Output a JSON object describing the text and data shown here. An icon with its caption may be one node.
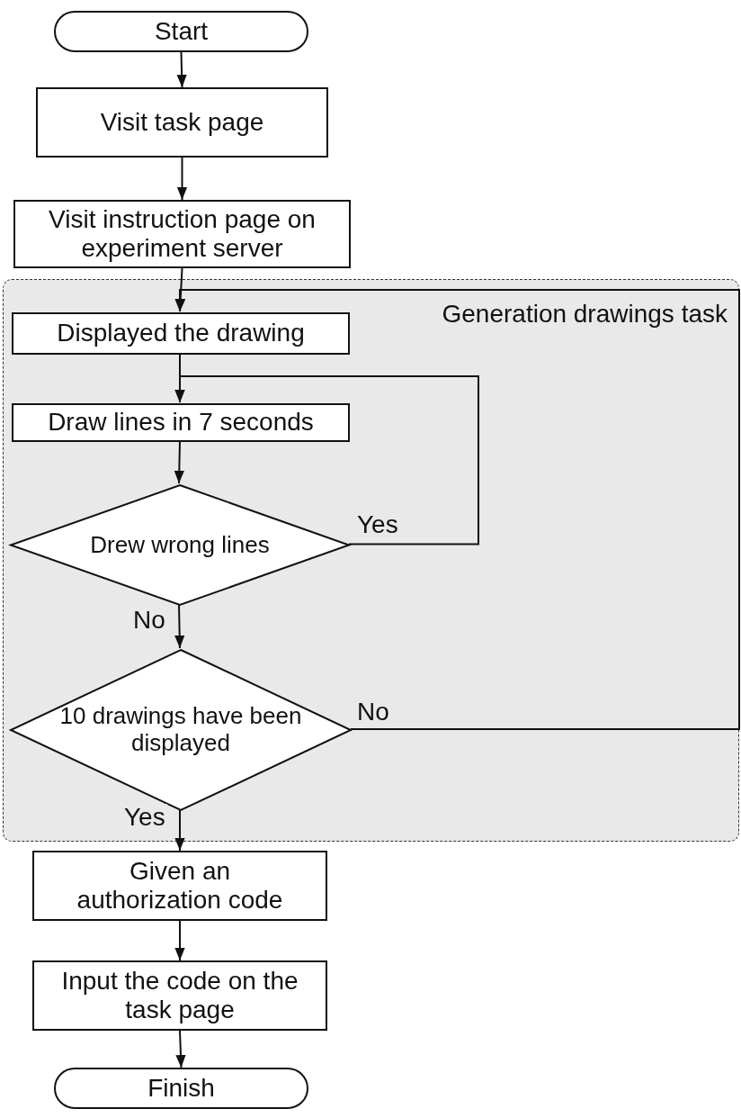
{
  "diagram": {
    "nodes": [
      {
        "text": [
          "Start"
        ]
      },
      {
        "text": [
          "Visit task page"
        ]
      },
      {
        "text": [
          "Visit instruction page on experiment server"
        ]
      },
      {
        "text": [
          "Generation drawings task"
        ]
      },
      {
        "text": [
          "Displayed the drawing"
        ],
        "in": 3
      },
      {
        "text": [
          "Draw lines in 7 seconds"
        ],
        "in": 3
      },
      {
        "text": [
          "Drew wrong lines"
        ],
        "in": 3
      },
      {
        "text": [
          "10 drawings have been displayed"
        ],
        "in": 3
      },
      {
        "text": [
          "Given an authorization code"
        ]
      },
      {
        "text": [
          "Input the code on the task page"
        ]
      },
      {
        "text": [
          "Finish"
        ]
      }
    ],
    "edges": [
      {
        "from": 0,
        "to": 1,
        "arrow": "to"
      },
      {
        "from": 1,
        "to": 2,
        "arrow": "to"
      },
      {
        "from": 2,
        "to": 4,
        "arrow": "to"
      },
      {
        "from": 4,
        "to": 5,
        "arrow": "to"
      },
      {
        "from": 5,
        "to": 6,
        "arrow": "to"
      },
      {
        "from": 6,
        "to": 5,
        "arrow": "to",
        "label": "Yes"
      },
      {
        "from": 6,
        "to": 7,
        "arrow": "to",
        "label": "No"
      },
      {
        "from": 7,
        "to": 4,
        "arrow": "to",
        "label": "No"
      },
      {
        "from": 7,
        "to": 8,
        "arrow": "to",
        "label": "Yes"
      },
      {
        "from": 8,
        "to": 9,
        "arrow": "to"
      },
      {
        "from": 9,
        "to": 10,
        "arrow": "to"
      }
    ]
  }
}
